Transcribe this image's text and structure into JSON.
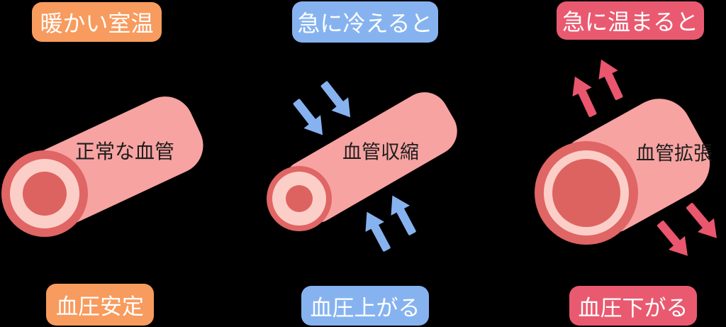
{
  "colors": {
    "background": "#000000",
    "warm_badge": "#F79B5E",
    "cold_badge": "#86B3F0",
    "hot_badge": "#E95A70",
    "cold_arrow": "#86B3F0",
    "hot_arrow": "#E9566D",
    "vessel_tube": "#F7A3A2",
    "vessel_ring": "#E06565",
    "vessel_inner": "#FBCFC8",
    "vessel_lumen": "#DD6361",
    "badge_text": "#FFFFFF",
    "vessel_label_text": "#1D1D1D"
  },
  "panels": [
    {
      "condition": "暖かい室温",
      "vessel": "正常な血管",
      "result": "血圧安定"
    },
    {
      "condition": "急に冷えると",
      "vessel": "血管収縮",
      "result": "血圧上がる"
    },
    {
      "condition": "急に温まると",
      "vessel": "血管拡張",
      "result": "血圧下がる"
    }
  ]
}
